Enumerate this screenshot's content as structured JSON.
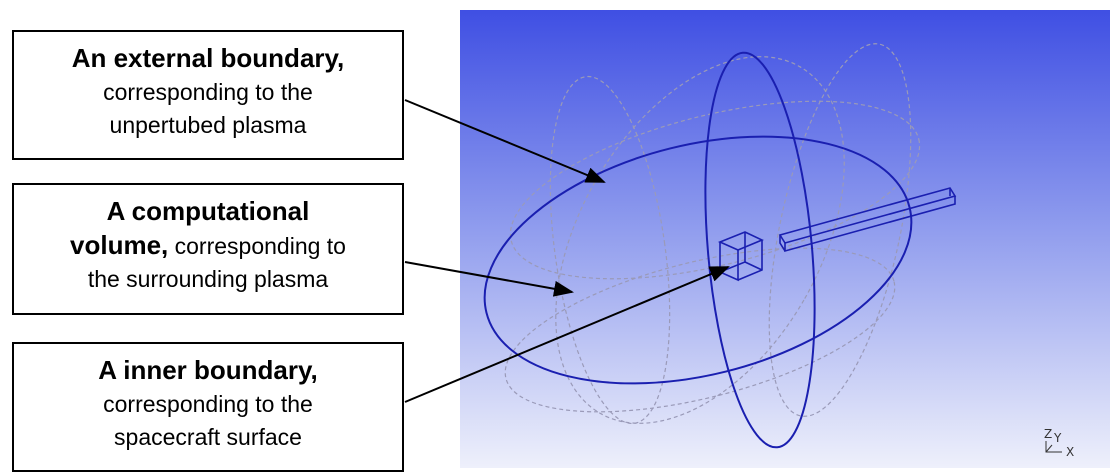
{
  "callouts": [
    {
      "title": "An external boundary,",
      "line1": "corresponding to the",
      "line2": "unpertubed plasma"
    },
    {
      "title_a": "A computational",
      "title_b": "volume,",
      "rest_b": " corresponding to",
      "line2": "the surrounding plasma"
    },
    {
      "title": "A inner boundary,",
      "line1": "corresponding to the",
      "line2": "spacecraft surface"
    }
  ],
  "axes": {
    "z": "Z",
    "y": "Y",
    "x": "X"
  },
  "colors": {
    "wire": "#1a1fb0",
    "dashed": "#9a9ab8",
    "arrow": "#000000",
    "bg_top": "#3f4fe3",
    "bg_bottom": "#eef0fb"
  }
}
